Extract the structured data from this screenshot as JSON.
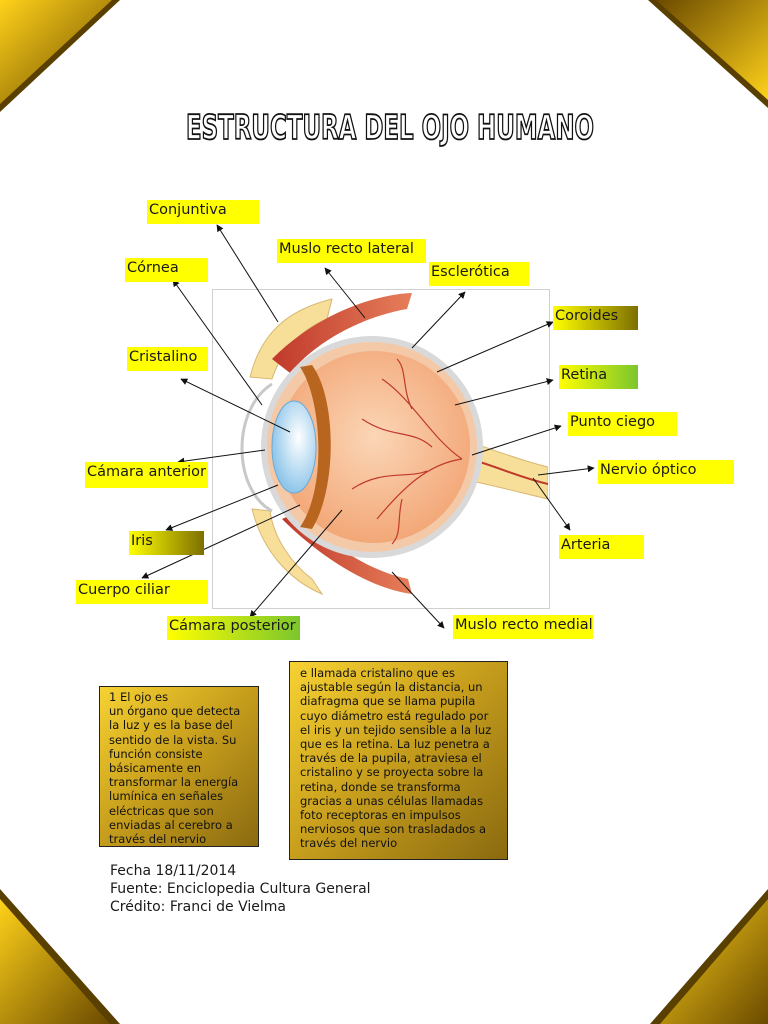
{
  "title": "ESTRUCTURA DEL OJO HUMANO",
  "colors": {
    "label_yellow": "#ffff00",
    "label_green": "#7bc62d",
    "label_olive": "#7d6f00",
    "box_gold": "#caa11d",
    "corner_gold": "#d4a400"
  },
  "labels": {
    "conjuntiva": "Conjuntiva",
    "musculo_lateral": "Muslo recto lateral",
    "cornea": "Córnea",
    "esclerotica": "Esclerótica",
    "coroides": "Coroides",
    "cristalino": "Cristalino",
    "retina": "Retina",
    "punto_ciego": "Punto ciego",
    "camara_anterior": "Cámara anterior",
    "nervio_optico": "Nervio óptico",
    "iris": "Iris",
    "arteria": "Arteria",
    "cuerpo_ciliar": "Cuerpo ciliar",
    "camara_posterior": "Cámara posterior",
    "musculo_medial": "Muslo recto medial"
  },
  "box1": {
    "heading": "1  El ojo es",
    "text": "un órgano que detecta la luz y es la base del sentido de la vista. Su función consiste básicamente en transformar la energía lumínica en señales eléctricas que son enviadas al cerebro a través del nervio"
  },
  "box2": {
    "text": "e llamada cristalino que es ajustable según la distancia, un diafragma que se llama pupila cuyo diámetro está regulado por el iris y un tejido sensible a la luz que es la retina. La luz penetra a través de la pupila, atraviesa el cristalino y se proyecta sobre la retina, donde se transforma gracias a unas células llamadas foto receptoras en impulsos nerviosos que son trasladados a través del nervio"
  },
  "info": {
    "fecha": "Fecha 18/11/2014",
    "fuente": "Fuente: Enciclopedia Cultura General",
    "credito": "Crédito: Franci de Vielma"
  }
}
